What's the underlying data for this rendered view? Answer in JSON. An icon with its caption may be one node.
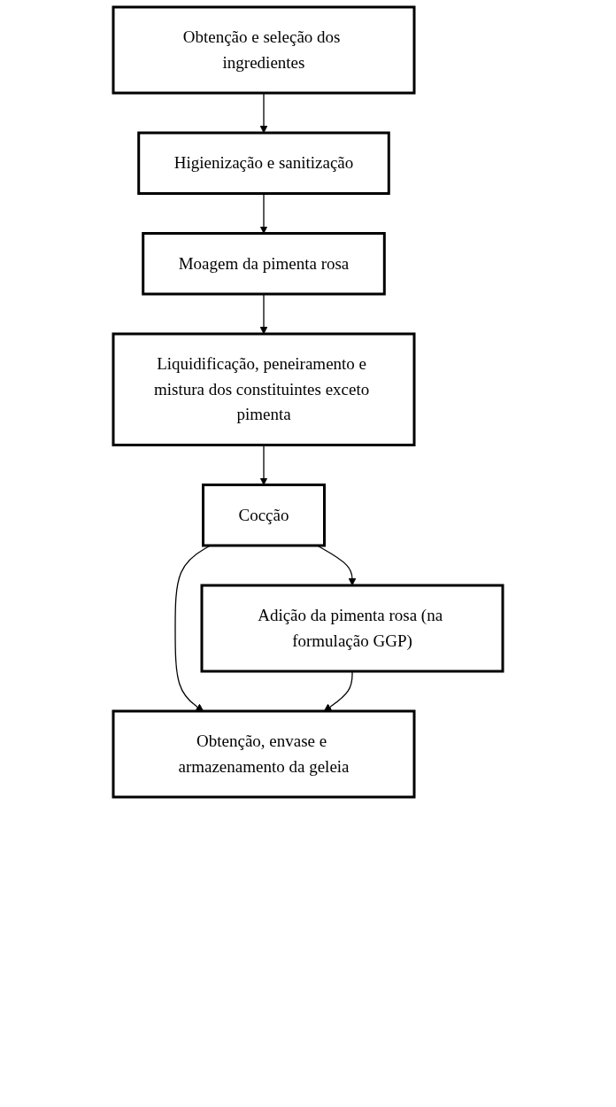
{
  "diagram": {
    "nodes": [
      {
        "text": [
          "Obtenção e seleção dos ingredientes"
        ]
      },
      {
        "text": [
          "Higienização e sanitização"
        ]
      },
      {
        "text": [
          "Moagem da pimenta rosa"
        ]
      },
      {
        "text": [
          "Liquidificação, peneiramento e mistura dos constituintes exceto pimenta"
        ]
      },
      {
        "text": [
          "Cocção"
        ]
      },
      {
        "text": [
          "Adição da pimenta rosa (na formulação GGP)"
        ]
      },
      {
        "text": [
          "Obtenção, envase e armazenamento da geleia"
        ]
      }
    ],
    "edges": [
      {
        "from": 0,
        "to": 1,
        "arrow": "to"
      },
      {
        "from": 1,
        "to": 2,
        "arrow": "to"
      },
      {
        "from": 2,
        "to": 3,
        "arrow": "to"
      },
      {
        "from": 3,
        "to": 4,
        "arrow": "to"
      },
      {
        "from": 4,
        "to": 6,
        "arrow": "to"
      },
      {
        "from": 4,
        "to": 5,
        "arrow": "to"
      },
      {
        "from": 5,
        "to": 6,
        "arrow": "to"
      }
    ]
  }
}
